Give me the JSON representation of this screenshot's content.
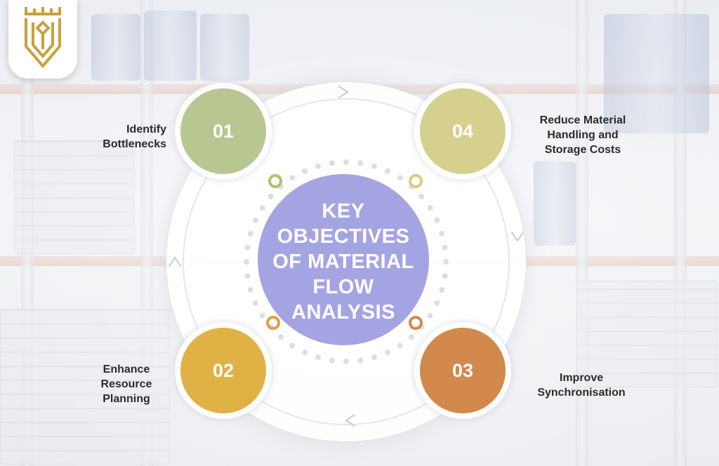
{
  "colors": {
    "center": "#a5a4e3",
    "node_01": "#b8c691",
    "node_02": "#e0b145",
    "node_03": "#d3884c",
    "node_04": "#d5d08d",
    "logo_gold": "#c9a13b"
  },
  "logo": {
    "icon": "crown-shield-icon"
  },
  "center": {
    "lines": [
      "KEY",
      "OBJECTIVES",
      "OF MATERIAL",
      "FLOW",
      "ANALYSIS"
    ]
  },
  "objectives": [
    {
      "number": "01",
      "label_lines": [
        "Identify",
        "Bottlenecks"
      ]
    },
    {
      "number": "02",
      "label_lines": [
        "Enhance",
        "Resource",
        "Planning"
      ]
    },
    {
      "number": "03",
      "label_lines": [
        "Improve",
        "Synchronisation"
      ]
    },
    {
      "number": "04",
      "label_lines": [
        "Reduce Material",
        "Handling and",
        "Storage Costs"
      ]
    }
  ]
}
